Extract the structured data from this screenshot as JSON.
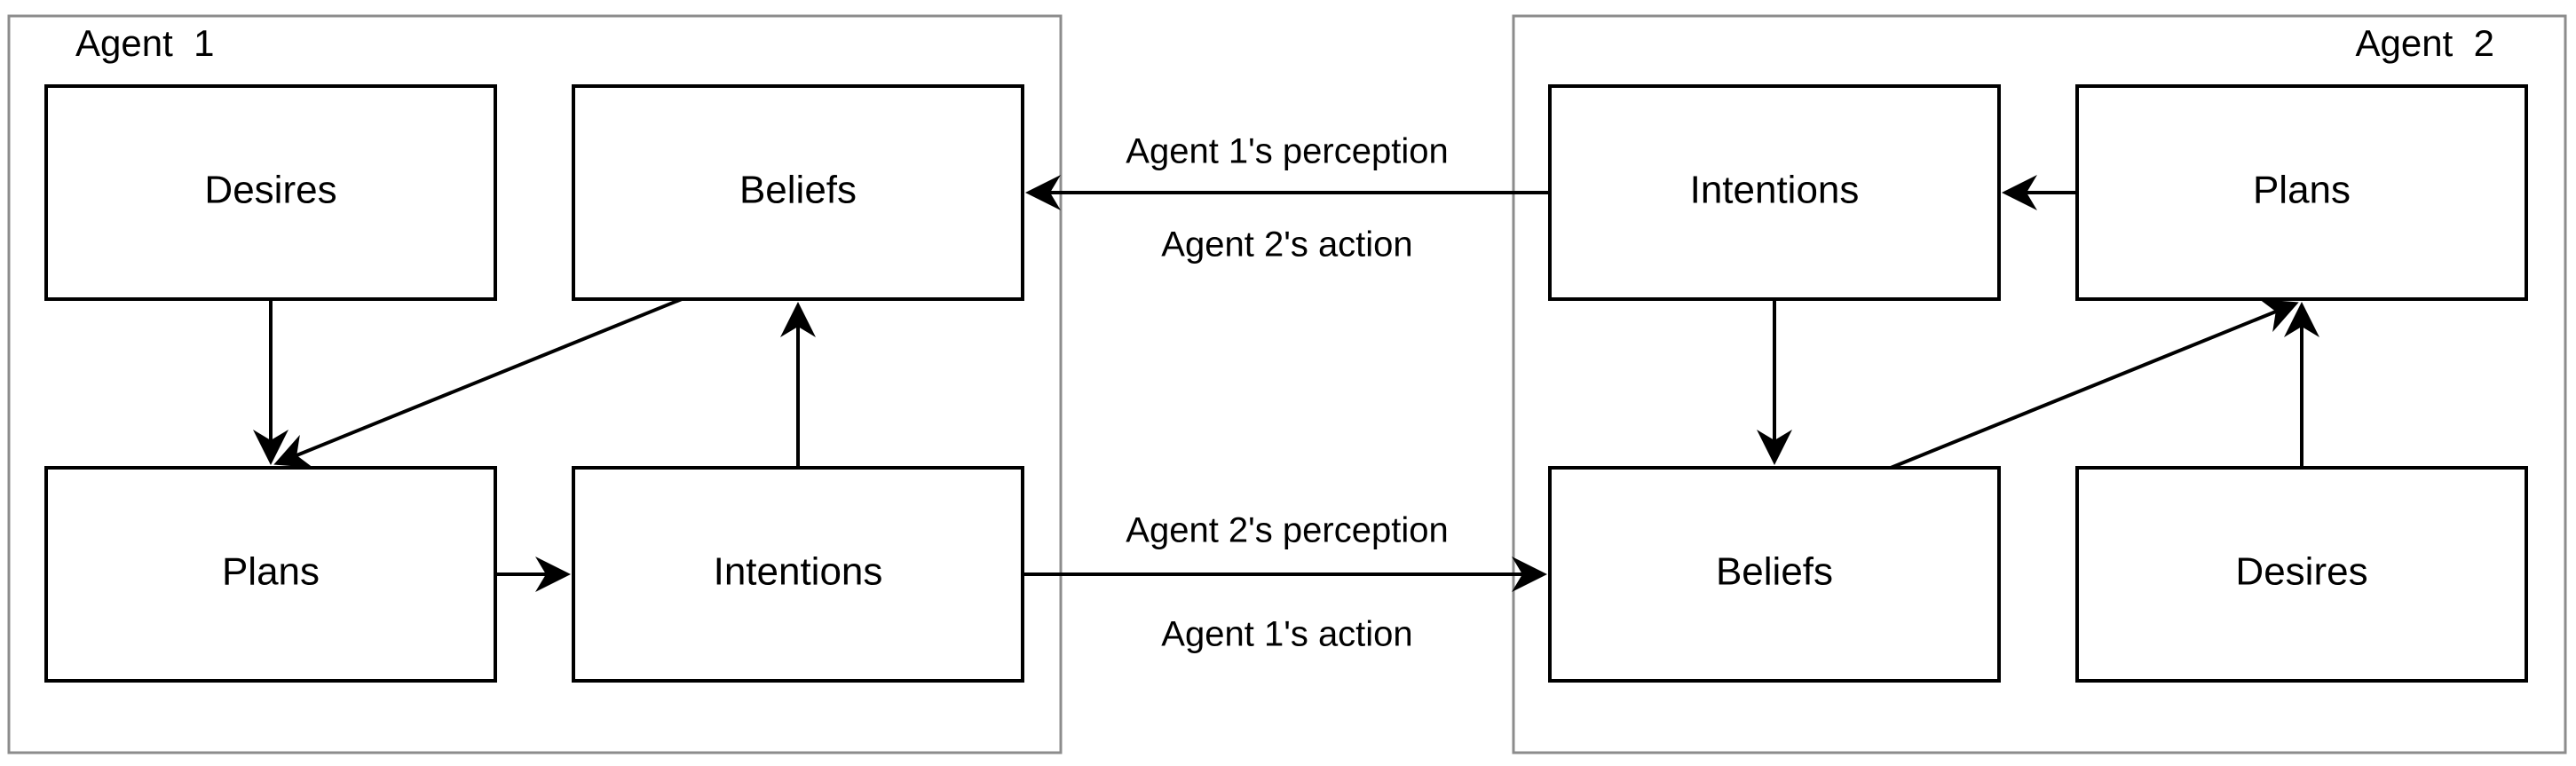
{
  "agent1": {
    "title": "Agent  1",
    "boxes": {
      "desires": "Desires",
      "beliefs": "Beliefs",
      "plans": "Plans",
      "intentions": "Intentions"
    }
  },
  "agent2": {
    "title": "Agent  2",
    "boxes": {
      "intentions": "Intentions",
      "plans": "Plans",
      "beliefs": "Beliefs",
      "desires": "Desires"
    }
  },
  "links": {
    "top_above": "Agent 1's perception",
    "top_below": "Agent 2's action",
    "bottom_above": "Agent 2's perception",
    "bottom_below": "Agent 1's action"
  },
  "colors": {
    "container_stroke": "#8c8c8c",
    "box_stroke": "#000000",
    "background": "#ffffff"
  }
}
